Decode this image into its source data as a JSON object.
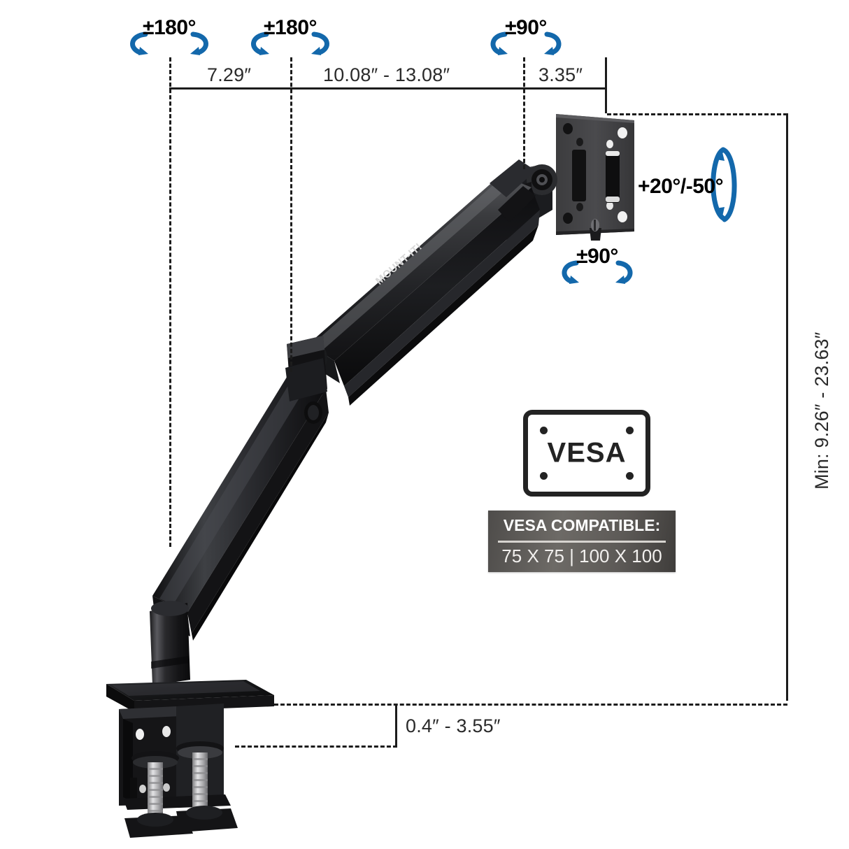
{
  "product": {
    "brand_logo": "MOUNT-IT!"
  },
  "rotation_badges": [
    {
      "name": "base-rotation",
      "label": "±180°"
    },
    {
      "name": "elbow-rotation",
      "label": "±180°"
    },
    {
      "name": "wrist-rotation",
      "label": "±90°"
    }
  ],
  "tilt_badge": {
    "label": "+20°/-50°"
  },
  "swivel_badge": {
    "label": "±90°"
  },
  "dimensions": {
    "segment_1": "7.29″",
    "segment_2": "10.08″ - 13.08″",
    "segment_3": "3.35″",
    "height": "Min: 9.26″ - 23.63″",
    "clamp": "0.4″ - 3.55″"
  },
  "vesa": {
    "icon_label": "VESA",
    "plate_title": "VESA COMPATIBLE:",
    "plate_sizes": "75 X 75 | 100 X 100"
  },
  "colors": {
    "accent_blue": "#1368ab",
    "line_dark": "#1c1c1c",
    "text_dark": "#2a2a2a",
    "plate_gray": "#5d5a57"
  }
}
